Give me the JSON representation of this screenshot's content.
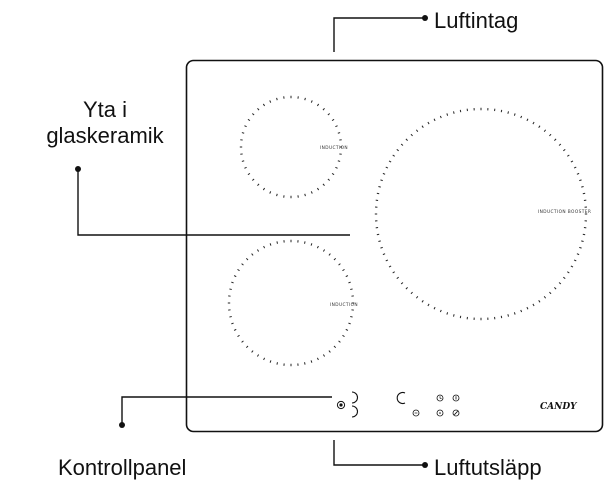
{
  "callouts": {
    "air_intake": "Luftintag",
    "glass_surface_line1": "Yta i",
    "glass_surface_line2": "glaskeramik",
    "control_panel": "Kontrollpanel",
    "air_outlet": "Luftutsläpp"
  },
  "hob": {
    "brand": "CANDY",
    "zones": [
      {
        "id": "top-left",
        "label": "INDUCTION"
      },
      {
        "id": "bottom-left",
        "label": "INDUCTION"
      },
      {
        "id": "right",
        "label": "INDUCTION BOOSTER"
      }
    ]
  },
  "colors": {
    "line": "#111111",
    "dots": "#222222"
  },
  "icons": {
    "power": "power-icon",
    "lock": "lock-icon",
    "timer": "timer-icon",
    "clock": "clock-icon",
    "plus": "plus-icon",
    "minus": "minus-icon",
    "booster": "booster-icon"
  }
}
